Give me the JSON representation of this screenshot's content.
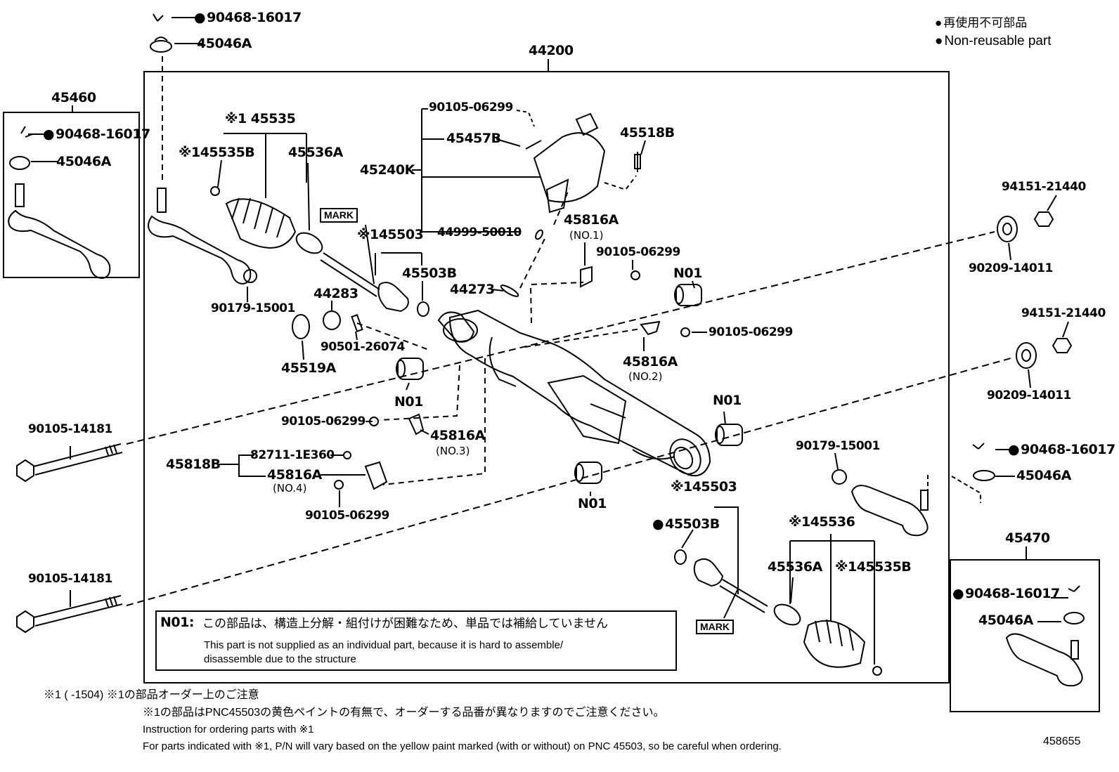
{
  "legend": {
    "jp": "再使用不可部品",
    "en": "Non-reusable part"
  },
  "assembly_number": "44200",
  "labels": {
    "p90468_top": "90468-16017",
    "p45046_top": "45046A",
    "p45460": "45460",
    "p90468_left": "90468-16017",
    "p45046_left": "45046A",
    "p45535": "※1 45535",
    "p45535b": "※145535B",
    "p45536a": "45536A",
    "p90179_a": "90179-15001",
    "mark_a": "MARK",
    "p45503": "※145503",
    "p45503b": "45503B",
    "p44283": "44283",
    "p90501": "90501-26074",
    "p45519a": "45519A",
    "p90105_a": "90105-06299",
    "p45457b": "45457B",
    "p45240k": "45240K",
    "p44999": "44999-50010",
    "p45518b": "45518B",
    "p45816a_1": "45816A",
    "no1": "(NO.1)",
    "p90105_b": "90105-06299",
    "n01_a": "N01",
    "p44273": "44273",
    "p90105_c": "90105-06299",
    "p45816a_2": "45816A",
    "no2": "(NO.2)",
    "n01_b": "N01",
    "p90105_d": "90105-06299",
    "p45816a_3": "45816A",
    "no3": "(NO.3)",
    "p45818b": "45818B",
    "p82711": "82711-1E360",
    "p45816a_4": "45816A",
    "no4": "(NO.4)",
    "p90105_e": "90105-06299",
    "n01_c": "N01",
    "n01_d": "N01",
    "p90105_14181_a": "90105-14181",
    "p90105_14181_b": "90105-14181",
    "p94151_a": "94151-21440",
    "p90209_a": "90209-14011",
    "p94151_b": "94151-21440",
    "p90209_b": "90209-14011",
    "p90179_b": "90179-15001",
    "p90468_right": "90468-16017",
    "p45046_right": "45046A",
    "p45503_r": "※145503",
    "p45503b_r": "45503B",
    "p45536": "※145536",
    "p45536a_r": "45536A",
    "p45535b_r": "※145535B",
    "mark_b": "MARK",
    "p45470": "45470",
    "p90468_br": "90468-16017",
    "p45046_br": "45046A"
  },
  "note": {
    "code": "N01:",
    "jp": "この部品は、構造上分解・組付けが困難なため、単品では補給していません",
    "en1": "This part is not supplied as an individual part, because it is hard to assemble/",
    "en2": "disassemble  due to the structure"
  },
  "footer": {
    "line1": "※1 (       -1504) ※1の部品オーダー上のご注意",
    "line2": "※1の部品はPNC45503の黄色ペイントの有無で、オーダーする品番が異なりますのでご注意ください。",
    "line3": "Instruction for ordering parts with ※1",
    "line4": "For parts indicated with ※1, P/N will vary based on the yellow paint marked (with or without) on PNC 45503, so be careful when ordering.",
    "figure_id": "458655"
  }
}
